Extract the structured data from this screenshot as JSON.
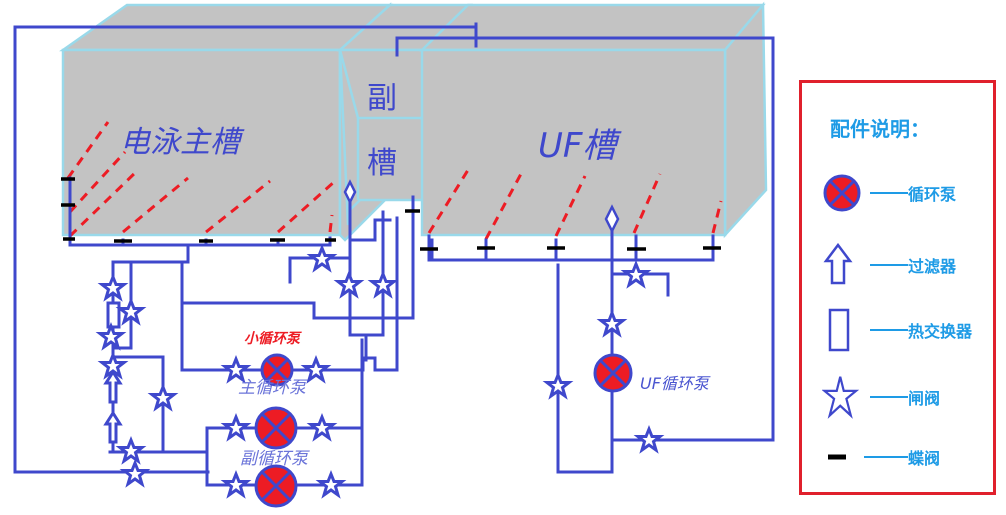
{
  "diagram": {
    "title": "电泳涂装循环系统示意图",
    "tanks": [
      {
        "id": "main-tank",
        "label": "电泳主槽"
      },
      {
        "id": "aux-tank",
        "label_top": "副",
        "label_bottom": "槽"
      },
      {
        "id": "uf-tank",
        "label": "UF槽"
      }
    ],
    "pumps": [
      {
        "id": "small-circulation-pump",
        "label": "小循环泵",
        "label_color": "#ed1c24"
      },
      {
        "id": "main-circulation-pump",
        "label": "主循环泵",
        "label_color": "#4a55d0"
      },
      {
        "id": "aux-circulation-pump",
        "label": "副循环泵",
        "label_color": "#4a55d0"
      },
      {
        "id": "uf-circulation-pump",
        "label": "UF循环泵",
        "label_color": "#4a55d0"
      }
    ],
    "colors": {
      "pipe": "#3f48cc",
      "tank_fill": "#c3c3c3",
      "tank_edge": "#99d9ea",
      "spray": "#ed1c24",
      "pump": "#ed1c24",
      "butterfly_valve": "#000000",
      "legend_border": "#e0202c",
      "legend_text": "#1e9be6"
    }
  },
  "legend": {
    "title": "配件说明：",
    "items": [
      {
        "icon": "circulation-pump-icon",
        "label": "循环泵"
      },
      {
        "icon": "filter-icon",
        "label": "过滤器"
      },
      {
        "icon": "heat-exchanger-icon",
        "label": "热交换器"
      },
      {
        "icon": "gate-valve-icon",
        "label": "闸阀"
      },
      {
        "icon": "butterfly-valve-icon",
        "label": "蝶阀"
      }
    ]
  }
}
